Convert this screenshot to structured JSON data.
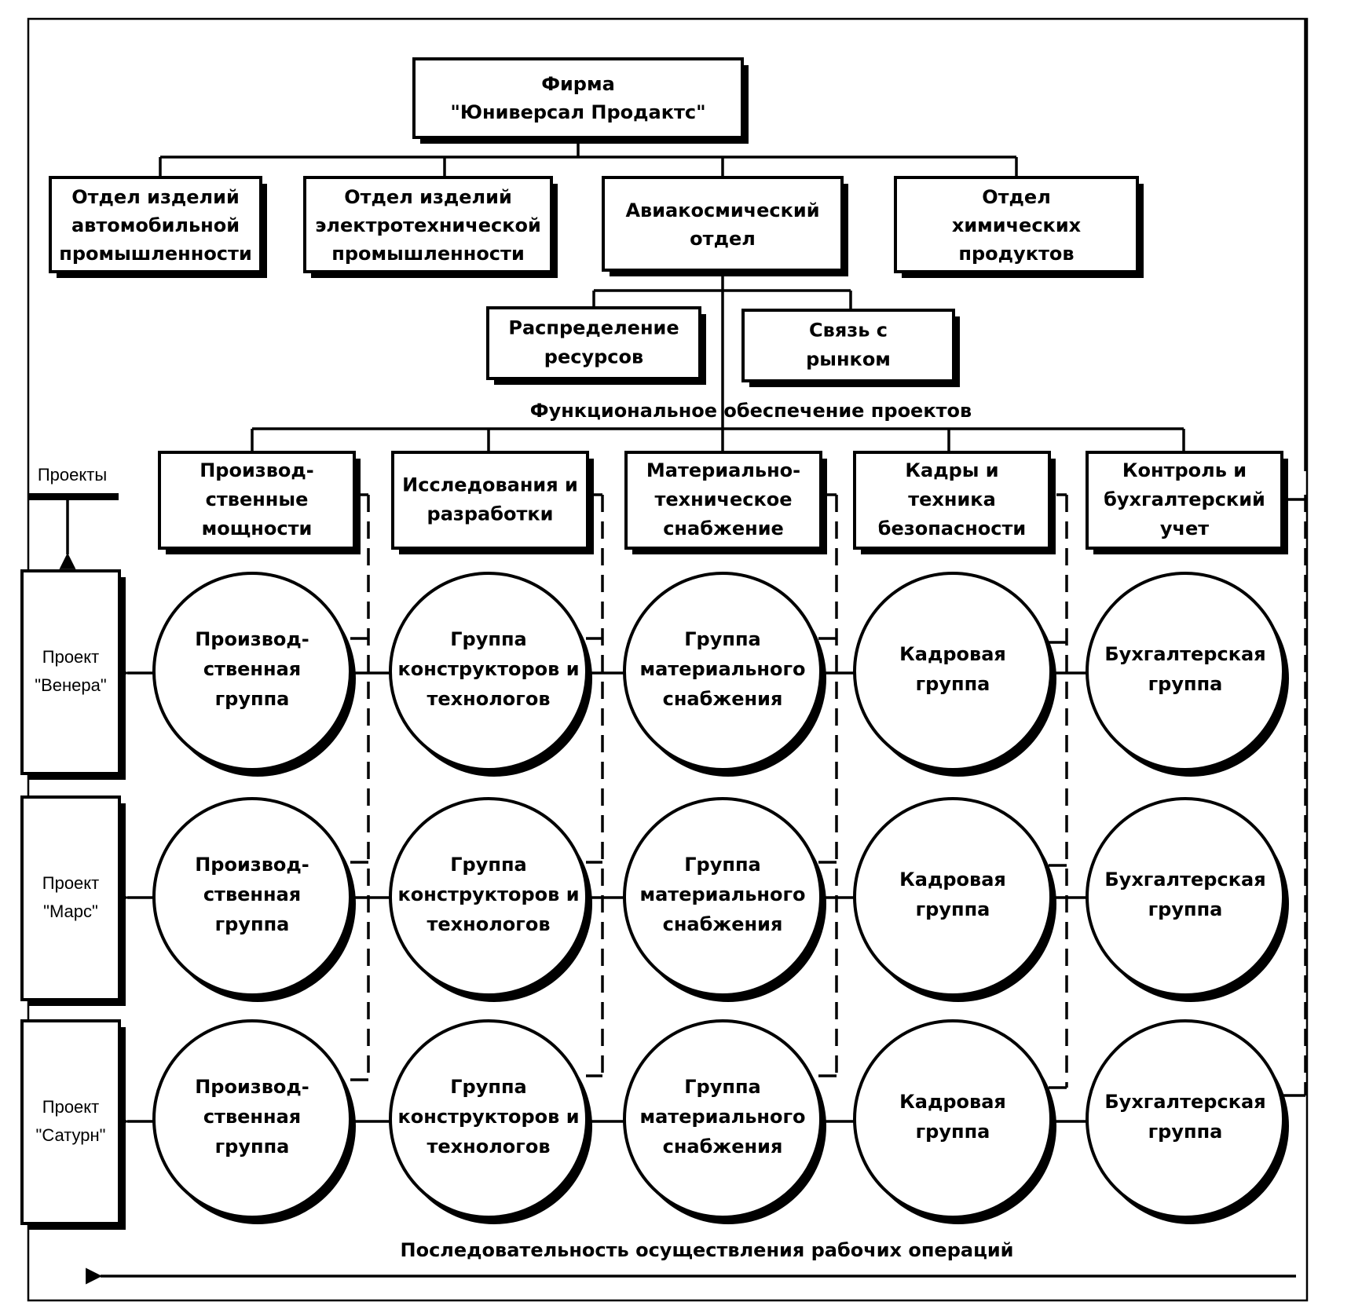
{
  "firm": {
    "lines": [
      "Фирма",
      "\"Юниверсал Продактс\""
    ]
  },
  "divisions": [
    {
      "lines": [
        "Отдел изделий",
        "автомобильной",
        "промышленности"
      ]
    },
    {
      "lines": [
        "Отдел изделий",
        "электротехнической",
        "промышленности"
      ]
    },
    {
      "lines": [
        "Авиакосмический",
        "отдел"
      ]
    },
    {
      "lines": [
        "Отдел",
        "химических",
        "продуктов"
      ]
    }
  ],
  "support_units": [
    {
      "lines": [
        "Распределение",
        "ресурсов"
      ]
    },
    {
      "lines": [
        "Связь с",
        "рынком"
      ]
    }
  ],
  "functional_caption": "Функциональное обеспечение проектов",
  "functions": [
    {
      "lines": [
        "Производ-",
        "ственные",
        "мощности"
      ]
    },
    {
      "lines": [
        "Исследования и",
        "разработки"
      ]
    },
    {
      "lines": [
        "Материально-",
        "техническое",
        "снабжение"
      ]
    },
    {
      "lines": [
        "Кадры и",
        "техника",
        "безопасности"
      ]
    },
    {
      "lines": [
        "Контроль и",
        "бухгалтерский",
        "учет"
      ]
    }
  ],
  "projects_caption": "Проекты",
  "projects": [
    {
      "lines": [
        "Проект",
        "\"Венера\""
      ]
    },
    {
      "lines": [
        "Проект",
        "\"Марс\""
      ]
    },
    {
      "lines": [
        "Проект",
        "\"Сатурн\""
      ]
    }
  ],
  "groups": [
    {
      "lines": [
        "Производ-",
        "ственная",
        "группа"
      ]
    },
    {
      "lines": [
        "Группа",
        "конструкторов и",
        "технологов"
      ]
    },
    {
      "lines": [
        "Группа",
        "материального",
        "снабжения"
      ]
    },
    {
      "lines": [
        "Кадровая",
        "группа"
      ]
    },
    {
      "lines": [
        "Бухгалтерская",
        "группа"
      ]
    }
  ],
  "sequence_caption": "Последовательность осуществления рабочих операций"
}
